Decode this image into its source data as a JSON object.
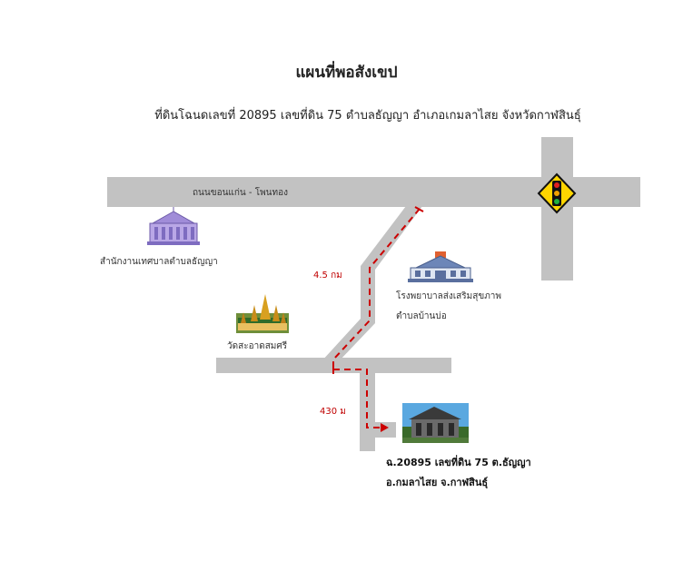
{
  "title": "แผนที่พอสังเขป",
  "subtitle": "ที่ดินโฉนดเลขที่ 20895 เลขที่ดิน 75 ตำบลธัญญา อำเภอเกมลาไสย จังหวัดกาฬสินธุ์",
  "road_label": "ถนนขอนแก่น - โพนทอง",
  "landmarks": {
    "municipal_office": "สำนักงานเทศบาลตำบลธัญญา",
    "hospital_line1": "โรงพยาบาลส่งเสริมสุขภาพ",
    "hospital_line2": "ตำบลบ้านบ่อ",
    "temple": "วัดสะอาดสมศรี"
  },
  "distances": {
    "first_leg": "4.5 กม",
    "second_leg": "430 ม"
  },
  "destination": {
    "line1": "ฉ.20895 เลขที่ดิน 75 ต.ธัญญา",
    "line2": "อ.กมลาไสย จ.กาฬสินธุ์"
  },
  "colors": {
    "road": "#c2c2c2",
    "route": "#cc0000",
    "sign_fill": "#ffd500",
    "building_purple": "#a08cd8",
    "building_blue": "#6d86b8"
  },
  "icons": [
    "traffic-light-sign-icon",
    "government-building-icon",
    "hospital-building-icon",
    "temple-icon",
    "house-photo-icon"
  ]
}
